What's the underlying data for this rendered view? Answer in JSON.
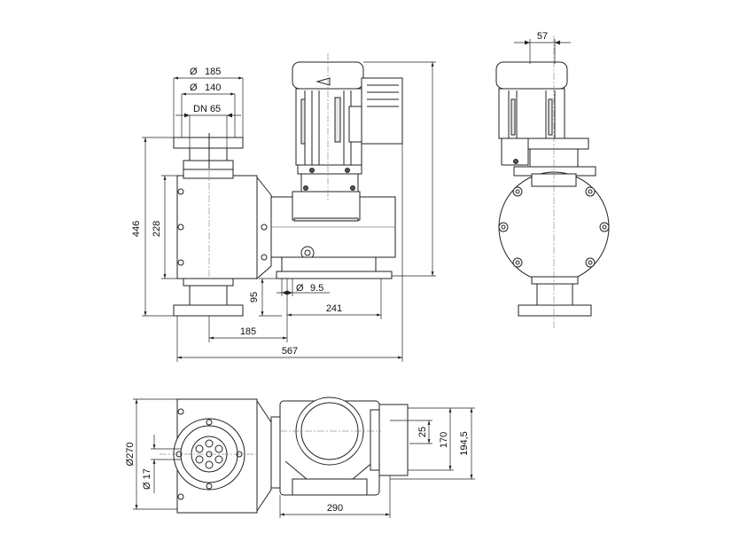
{
  "dimensions": {
    "flange_outer": "185",
    "flange_bolt": "140",
    "nominal": "DN  65",
    "height_total": "446",
    "height_ports": "228",
    "base_height": "95",
    "hole": "9.5",
    "base_length": "241",
    "port_offset": "185",
    "overall_length": "567",
    "side_width": "57",
    "bottom_flange": "270",
    "bottom_hole": "17",
    "bottom_length": "290",
    "right_25": "25",
    "right_170": "170",
    "right_194": "194,5"
  },
  "diameter_symbol": "Ø"
}
